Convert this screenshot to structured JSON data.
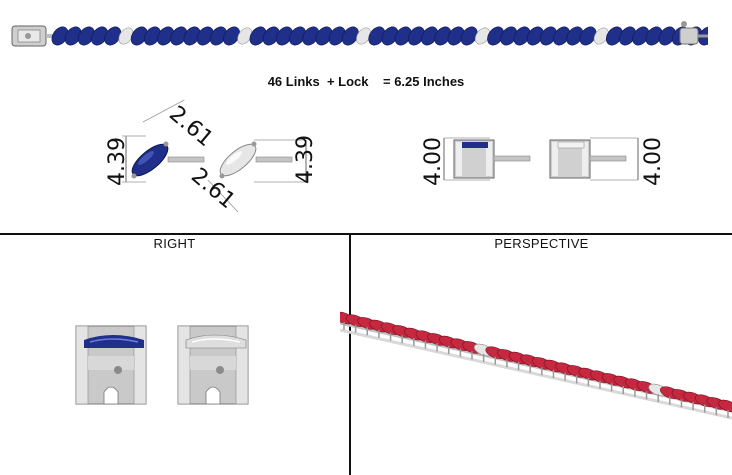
{
  "spec": {
    "links_text": "46 Links",
    "lock_text": "+ Lock",
    "equals": "=",
    "length_text": "6.25 Inches"
  },
  "dimensions": {
    "marquise_length": "2.61",
    "marquise_width": "4.39",
    "height": "4.00"
  },
  "views": {
    "right_label": "RIGHT",
    "perspective_label": "PERSPECTIVE"
  },
  "colors": {
    "sapphire": "#1f2f8a",
    "ruby": "#c5283f",
    "metal": "#b8b8b8",
    "diamond": "#e6e6e6"
  }
}
